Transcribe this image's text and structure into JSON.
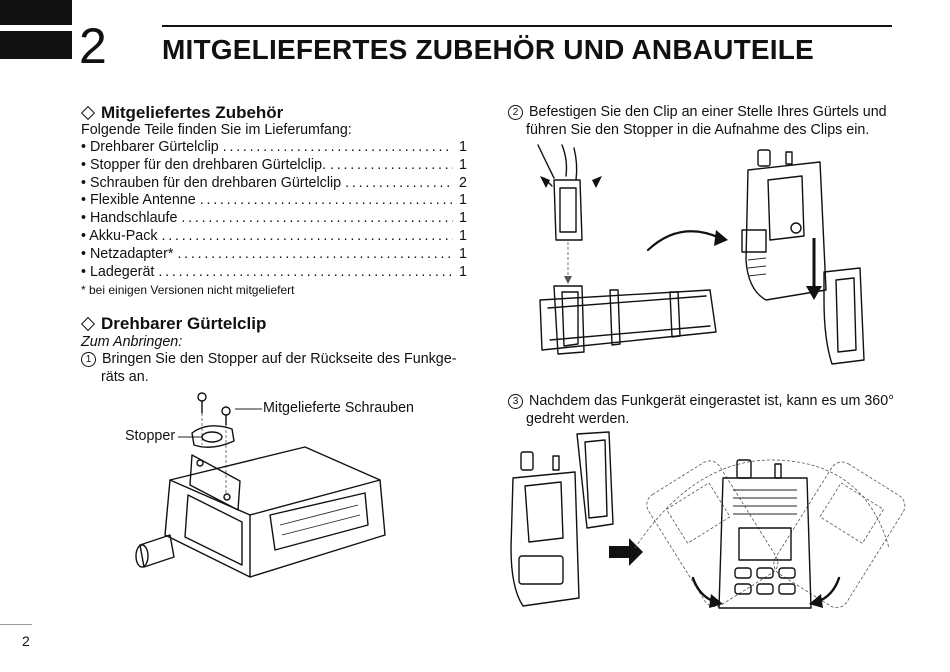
{
  "header": {
    "chapter_number": "2",
    "chapter_title": "MITGELIEFERTES ZUBEHÖR UND ANBAUTEILE"
  },
  "supplied_accessories": {
    "heading": "Mitgeliefertes Zubehör",
    "intro": "Folgende Teile finden Sie im Lieferumfang:",
    "items": [
      {
        "label": "• Drehbarer Gürtelclip",
        "qty": "1"
      },
      {
        "label": "• Stopper für den drehbaren Gürtelclip.",
        "qty": "1"
      },
      {
        "label": "• Schrauben für den drehbaren Gürtelclip",
        "qty": "2"
      },
      {
        "label": "• Flexible Antenne",
        "qty": "1"
      },
      {
        "label": "• Handschlaufe",
        "qty": "1"
      },
      {
        "label": "• Akku-Pack",
        "qty": "1"
      },
      {
        "label": "• Netzadapter*",
        "qty": "1"
      },
      {
        "label": "• Ladegerät",
        "qty": "1"
      }
    ],
    "footnote": "* bei einigen Versionen nicht mitgeliefert"
  },
  "belt_clip": {
    "heading": "Drehbarer Gürtelclip",
    "subheading": "Zum Anbringen:",
    "step1_marker": "1",
    "step1_line1": "Bringen Sie den Stopper auf der Rückseite des Funkge-",
    "step1_line2": "räts an.",
    "callout_screws": "Mitgelieferte Schrauben",
    "callout_stopper": "Stopper",
    "step2_marker": "2",
    "step2_line1": "Befestigen Sie den Clip an einer Stelle Ihres Gürtels und",
    "step2_line2": "führen Sie den Stopper in die Aufnahme des Clips ein.",
    "step3_marker": "3",
    "step3_line1": "Nachdem das Funkgerät eingerastet ist, kann es um 360°",
    "step3_line2": "gedreht werden."
  },
  "footer": {
    "page_number": "2"
  },
  "icons": [
    "diamond-bullet-icon",
    "arrow-right-icon",
    "rotate-arrow-icon",
    "down-arrow-icon"
  ]
}
